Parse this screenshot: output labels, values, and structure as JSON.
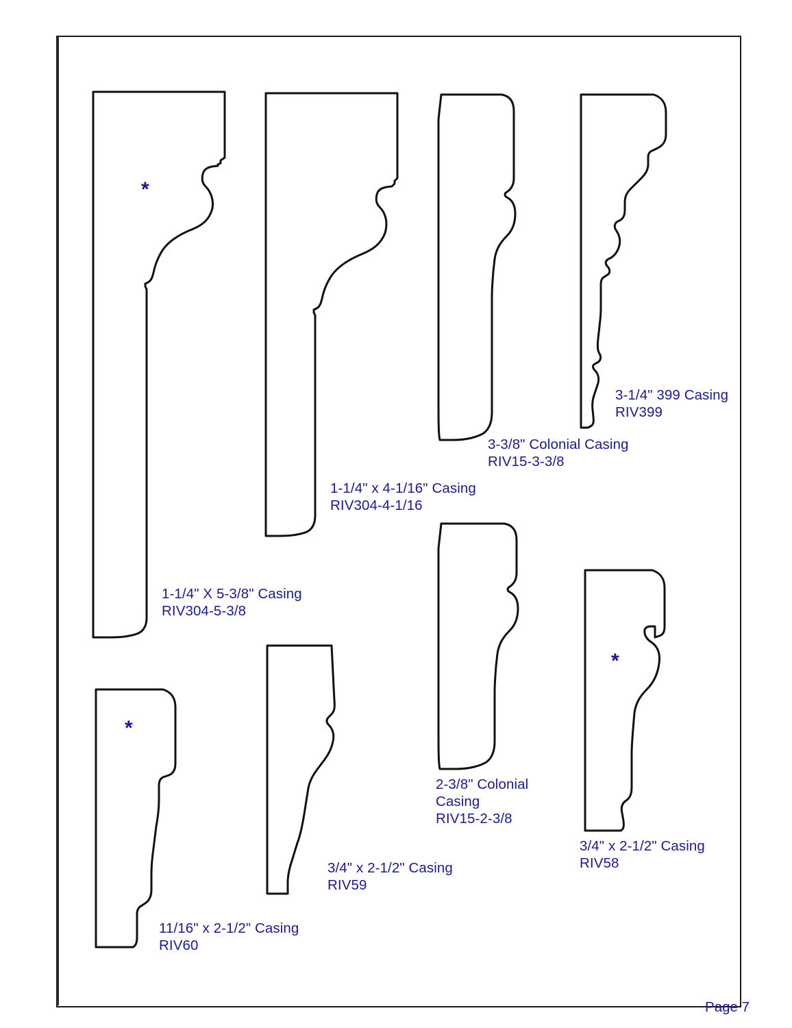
{
  "document": {
    "page_label": "Page 7",
    "ink_color": "#1b1b8c",
    "outline_color": "#111111",
    "marker_symbol": "*"
  },
  "profiles": [
    {
      "id": "riv304-5-3-8",
      "name": "1-1/4\" X 5-3/8\" Casing",
      "code": "RIV304-5-3/8",
      "label": "1-1/4\" X 5-3/8\" Casing\nRIV304-5-3/8",
      "marked": true
    },
    {
      "id": "riv304-4-1-16",
      "name": "1-1/4\" x 4-1/16\" Casing",
      "code": "RIV304-4-1/16",
      "label": "1-1/4\" x 4-1/16\" Casing\nRIV304-4-1/16",
      "marked": false
    },
    {
      "id": "riv15-3-3-8",
      "name": "3-3/8\" Colonial Casing",
      "code": "RIV15-3-3/8",
      "label": "3-3/8\" Colonial Casing\nRIV15-3-3/8",
      "marked": false
    },
    {
      "id": "riv399",
      "name": "3-1/4\" 399 Casing",
      "code": "RIV399",
      "label": "3-1/4\" 399 Casing\nRIV399",
      "marked": false
    },
    {
      "id": "riv15-2-3-8",
      "name": "2-3/8\" Colonial Casing",
      "code": "RIV15-2-3/8",
      "label": "2-3/8\" Colonial\nCasing\nRIV15-2-3/8",
      "marked": false
    },
    {
      "id": "riv58",
      "name": "3/4\" x 2-1/2\" Casing",
      "code": "RIV58",
      "label": "3/4\" x 2-1/2\" Casing\nRIV58",
      "marked": true
    },
    {
      "id": "riv59",
      "name": "3/4\" x 2-1/2\" Casing",
      "code": "RIV59",
      "label": "3/4\" x 2-1/2\" Casing\nRIV59",
      "marked": false
    },
    {
      "id": "riv60",
      "name": "11/16\" x 2-1/2\" Casing",
      "code": "RIV60",
      "label": "11/16\" x 2-1/2\" Casing\nRIV60",
      "marked": true
    }
  ]
}
